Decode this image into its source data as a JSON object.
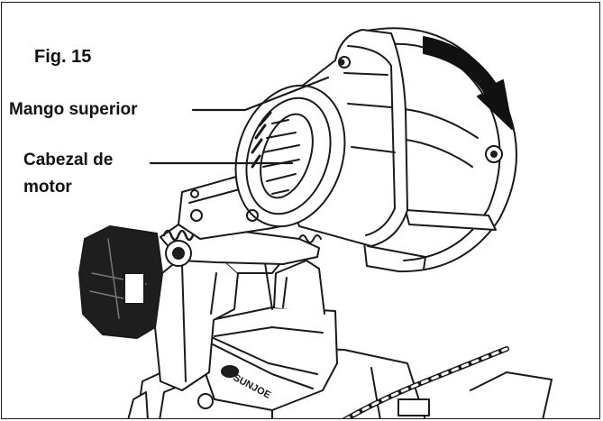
{
  "figure": {
    "title": "Fig. 15",
    "labels": {
      "upper_handle": "Mango superior",
      "motor_head_line1": "Cabezal de",
      "motor_head_line2": "motor"
    },
    "brand_text": "SUNJOE",
    "colors": {
      "outline": "#1a1a1a",
      "fill": "#ffffff",
      "dark_fill": "#1e1e1e",
      "arrow": "#111111"
    }
  }
}
